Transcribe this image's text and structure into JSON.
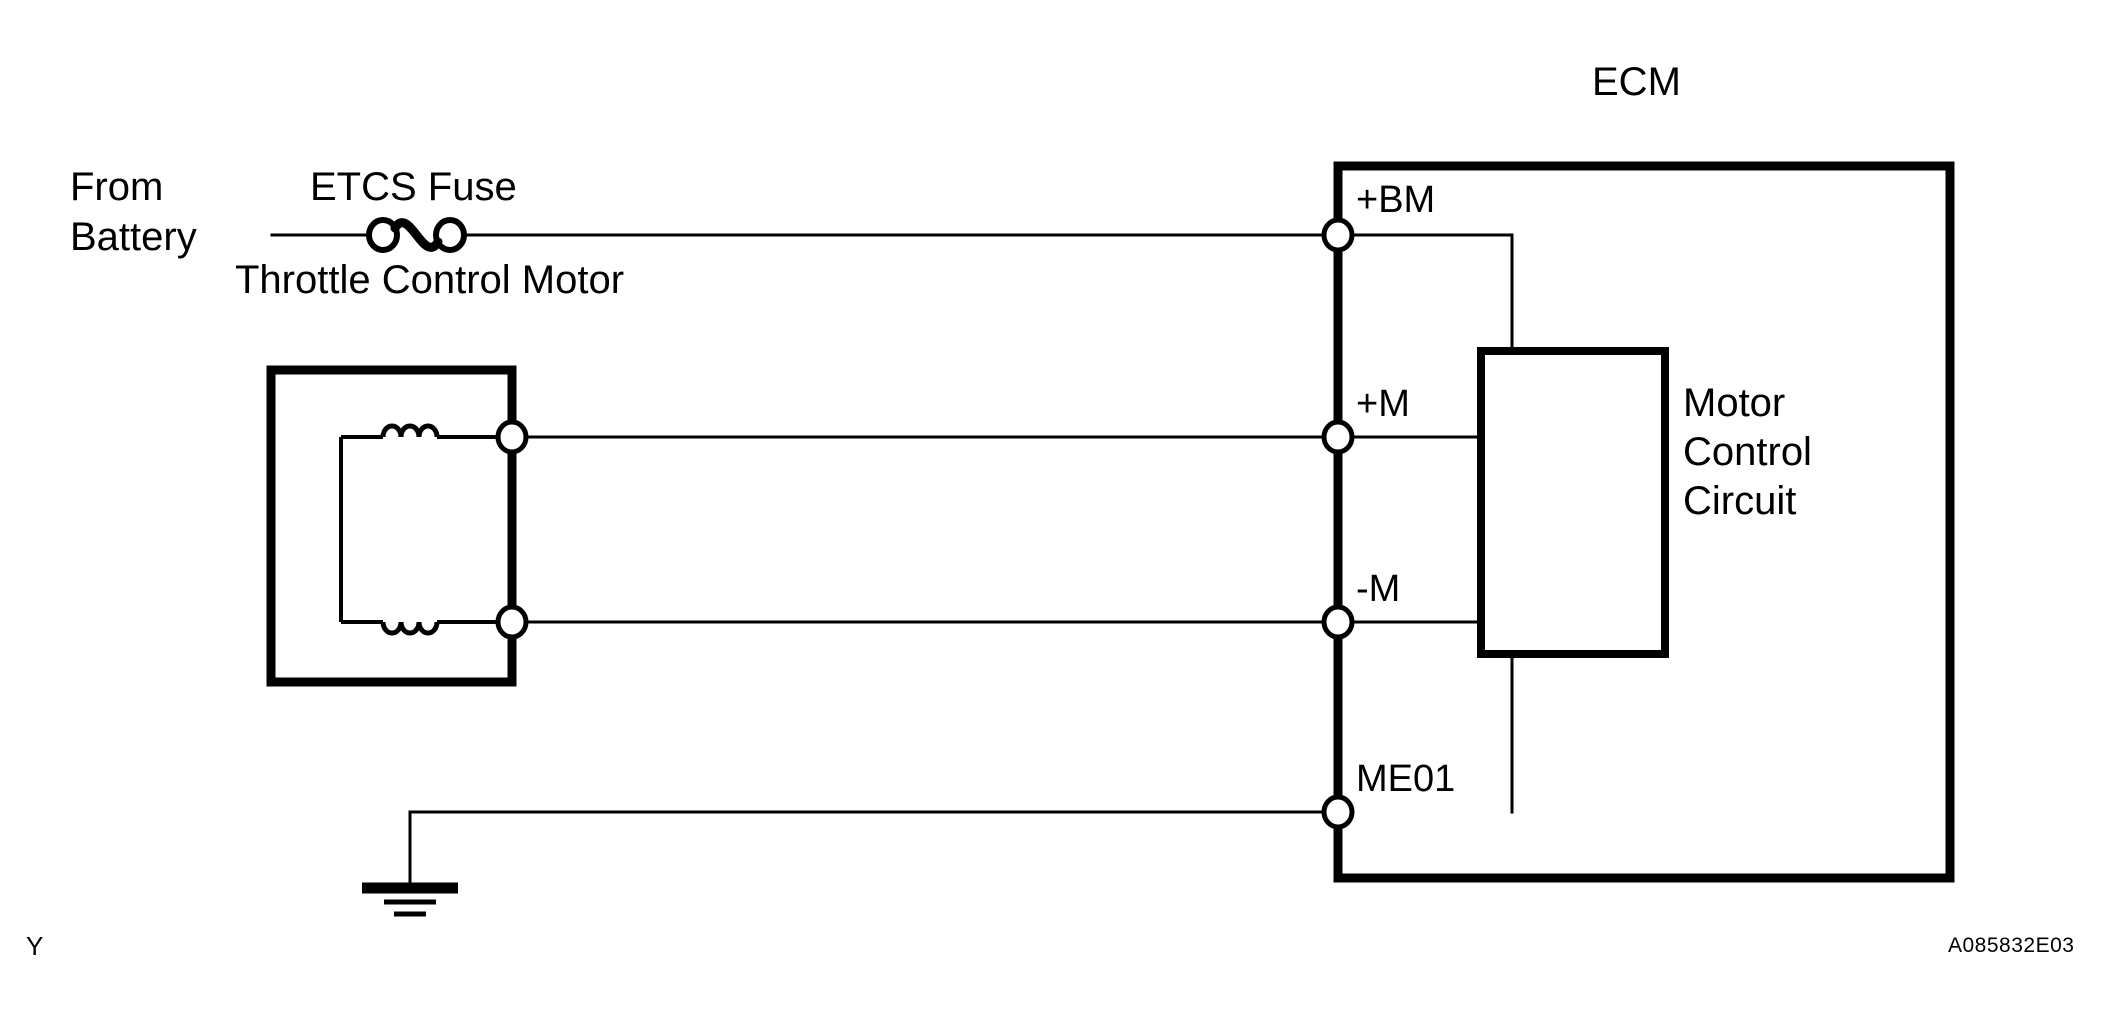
{
  "diagram": {
    "title": "Throttle Control Motor Circuit",
    "figure_code": "A085832E03",
    "corner_mark": "Y",
    "source": {
      "line1": "From",
      "line2": "Battery"
    },
    "fuse": {
      "label": "ETCS Fuse",
      "symbol": "fuse-symbol"
    },
    "motor": {
      "label": "Throttle Control Motor",
      "coil_count": 2,
      "coil_loops": 3
    },
    "ecm": {
      "label": "ECM",
      "terminals": [
        {
          "id": "bm",
          "label": "+BM"
        },
        {
          "id": "plus_m",
          "label": "+M"
        },
        {
          "id": "minus_m",
          "label": "-M"
        },
        {
          "id": "me01",
          "label": "ME01"
        }
      ],
      "inner_block": {
        "line1": "Motor",
        "line2": "Control",
        "line3": "Circuit"
      }
    },
    "ground": {
      "label": "ground-symbol"
    },
    "colors": {
      "line": "#000000",
      "background": "#ffffff"
    }
  }
}
